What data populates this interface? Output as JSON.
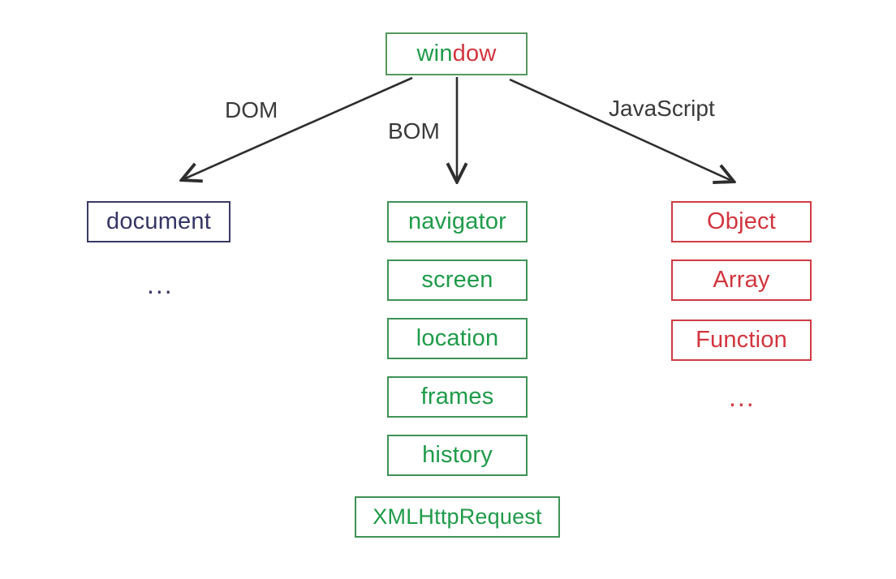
{
  "diagram": {
    "title_node": {
      "label": "window",
      "segment_green": "win",
      "segment_red": "dow",
      "color_border": "#55985f",
      "color_green": "#1f9b4a",
      "color_red": "#d2353f"
    },
    "edges": [
      {
        "label": "DOM",
        "target": "document"
      },
      {
        "label": "BOM",
        "target": "navigator"
      },
      {
        "label": "JavaScript",
        "target": "Object"
      }
    ],
    "columns": [
      {
        "name": "dom-column",
        "color": "#353566",
        "nodes": [
          {
            "label": "document"
          }
        ],
        "ellipsis": "..."
      },
      {
        "name": "bom-column",
        "color": "#1f9b4a",
        "nodes": [
          {
            "label": "navigator"
          },
          {
            "label": "screen"
          },
          {
            "label": "location"
          },
          {
            "label": "frames"
          },
          {
            "label": "history"
          },
          {
            "label": "XMLHttpRequest"
          }
        ],
        "ellipsis": ""
      },
      {
        "name": "javascript-column",
        "color": "#d2353f",
        "nodes": [
          {
            "label": "Object"
          },
          {
            "label": "Array"
          },
          {
            "label": "Function"
          }
        ],
        "ellipsis": "..."
      }
    ]
  }
}
